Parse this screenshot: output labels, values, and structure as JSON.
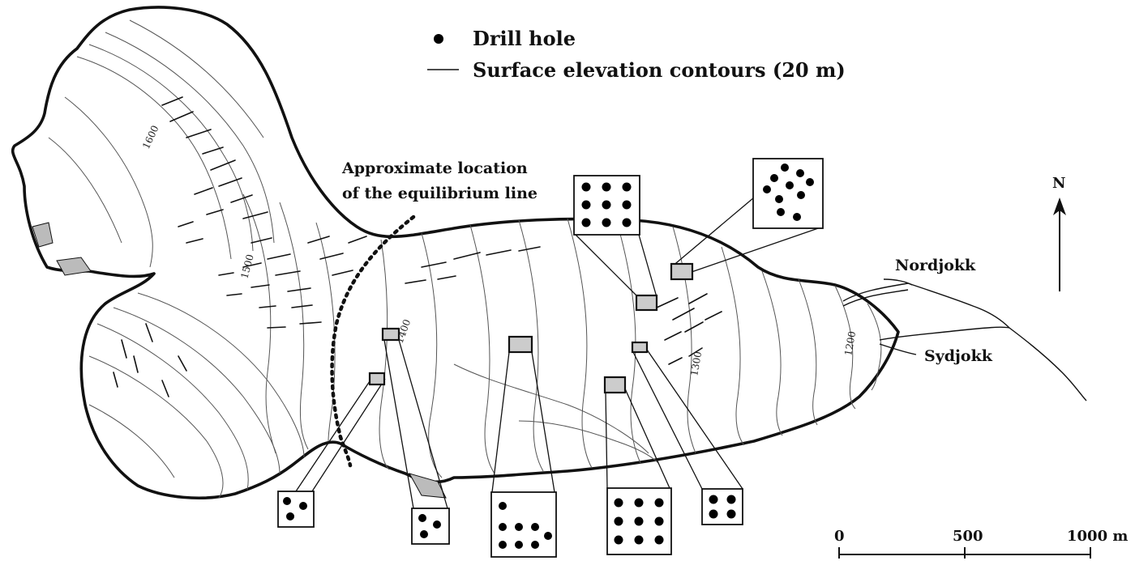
{
  "legend": {
    "drill_hole": "Drill hole",
    "contours": "Surface elevation contours (20 m)"
  },
  "labels": {
    "equilibrium_line_1": "Approximate location",
    "equilibrium_line_2": "of the equilibrium line",
    "north": "N",
    "stream_north": "Nordjokk",
    "stream_south": "Sydjokk"
  },
  "contour_labels": [
    "1600",
    "1500",
    "1400",
    "1300",
    "1200"
  ],
  "scale_bar": {
    "ticks": [
      "0",
      "500",
      "1000 m"
    ]
  },
  "insets": [
    {
      "name": "inset-west-small",
      "holes": 3
    },
    {
      "name": "inset-west-pair",
      "holes": 3
    },
    {
      "name": "inset-central-grid",
      "holes": 8
    },
    {
      "name": "inset-north-grid",
      "holes": 9
    },
    {
      "name": "inset-east-hex",
      "holes": 10
    },
    {
      "name": "inset-south-grid",
      "holes": 9
    },
    {
      "name": "inset-southeast-quad",
      "holes": 4
    }
  ]
}
